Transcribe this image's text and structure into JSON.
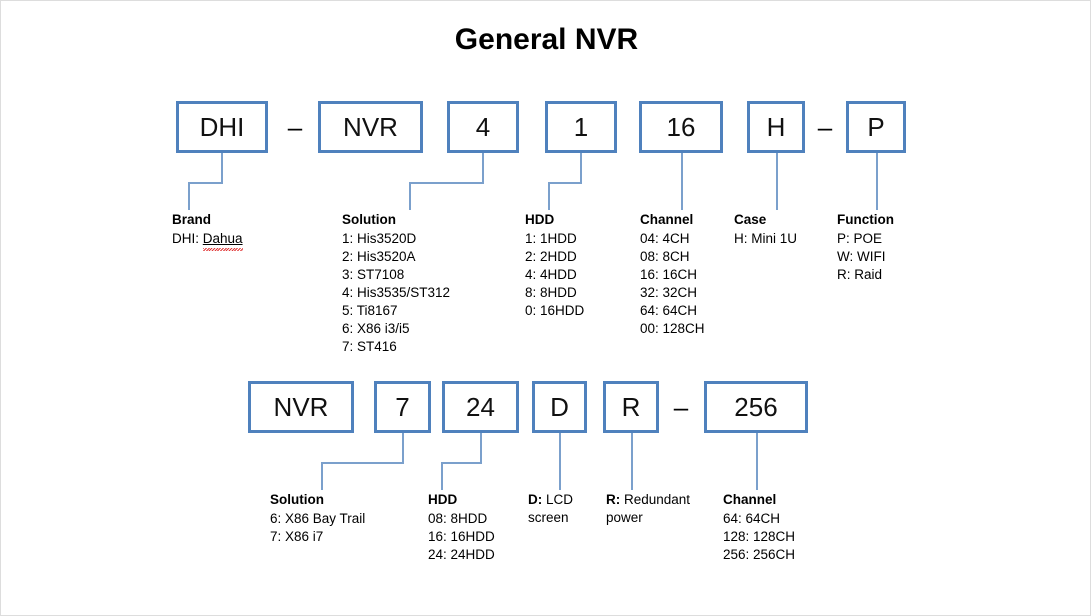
{
  "title": "General NVR",
  "colors": {
    "box_border": "#4f81bd",
    "leader_line": "#7ba0cc",
    "text": "#000000",
    "spellcheck": "#e03a3a",
    "page_border": "#dddddd",
    "background": "#ffffff"
  },
  "row1": {
    "boxes": [
      {
        "label": "DHI"
      },
      {
        "label": "NVR"
      },
      {
        "label": "4"
      },
      {
        "label": "1"
      },
      {
        "label": "16"
      },
      {
        "label": "H"
      },
      {
        "label": "P"
      }
    ],
    "separators": [
      {
        "label": "–"
      },
      {
        "label": "–"
      }
    ],
    "legends": [
      {
        "heading": "Brand",
        "rows": [
          "DHI: Dahua"
        ],
        "spellcheck_word": "Dahua",
        "prefix": "DHI: "
      },
      {
        "heading": "Solution",
        "rows": [
          "1: His3520D",
          "2: His3520A",
          "3: ST7108",
          "4: His3535/ST312",
          "5: Ti8167",
          "6: X86 i3/i5",
          "7: ST416"
        ]
      },
      {
        "heading": "HDD",
        "rows": [
          "1: 1HDD",
          "2: 2HDD",
          "4: 4HDD",
          "8: 8HDD",
          "0: 16HDD"
        ]
      },
      {
        "heading": "Channel",
        "rows": [
          "04: 4CH",
          "08: 8CH",
          "16: 16CH",
          "32: 32CH",
          "64: 64CH",
          "00: 128CH"
        ]
      },
      {
        "heading": "Case",
        "rows": [
          "H: Mini 1U"
        ]
      },
      {
        "heading": "Function",
        "rows": [
          "P: POE",
          "W: WIFI",
          "R: Raid"
        ]
      }
    ]
  },
  "row2": {
    "boxes": [
      {
        "label": "NVR"
      },
      {
        "label": "7"
      },
      {
        "label": "24"
      },
      {
        "label": "D"
      },
      {
        "label": "R"
      },
      {
        "label": "256"
      }
    ],
    "separators": [
      {
        "label": "–"
      }
    ],
    "legends": [
      {
        "heading": "Solution",
        "rows": [
          "6: X86 Bay Trail",
          "7: X86 i7"
        ]
      },
      {
        "heading": "HDD",
        "rows": [
          "08: 8HDD",
          "16: 16HDD",
          "24: 24HDD"
        ]
      },
      {
        "inline_heading": "D:",
        "inline_text": " LCD",
        "rows": [
          "screen"
        ]
      },
      {
        "inline_heading": "R:",
        "inline_text": " Redundant",
        "rows": [
          "power"
        ]
      },
      {
        "heading": "Channel",
        "rows": [
          "64: 64CH",
          "128: 128CH",
          "256: 256CH"
        ]
      }
    ]
  }
}
